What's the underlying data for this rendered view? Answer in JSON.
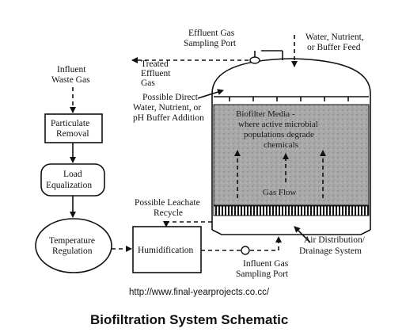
{
  "diagram": {
    "labels": {
      "effluent_sampling": [
        "Effluent Gas",
        "Sampling Port"
      ],
      "water_feed": [
        "Water, Nutrient,",
        "or Buffer Feed"
      ],
      "influent_waste": [
        "Influent",
        "Waste Gas"
      ],
      "treated_effluent": [
        "Treated",
        "Effluent",
        "Gas"
      ],
      "direct_addition": [
        "Possible Direct",
        "Water, Nutrient, or",
        "pH Buffer Addition"
      ],
      "media": [
        "Biofilter Media -",
        "where active microbial",
        "populations degrade",
        "chemicals"
      ],
      "gas_flow": "Gas Flow",
      "leachate": [
        "Possible Leachate",
        "Recycle"
      ],
      "air_distribution": [
        "Air Distribution/",
        "Drainage System"
      ],
      "influent_sampling": [
        "Influent Gas",
        "Sampling Port"
      ]
    },
    "boxes": {
      "particulate": [
        "Particulate",
        "Removal"
      ],
      "load": [
        "Load",
        "Equalization"
      ],
      "temperature": [
        "Temperature",
        "Regulation"
      ],
      "humidification": "Humidification"
    }
  },
  "url": "http://www.final-yearprojects.co.cc/",
  "caption": "Biofiltration System Schematic"
}
